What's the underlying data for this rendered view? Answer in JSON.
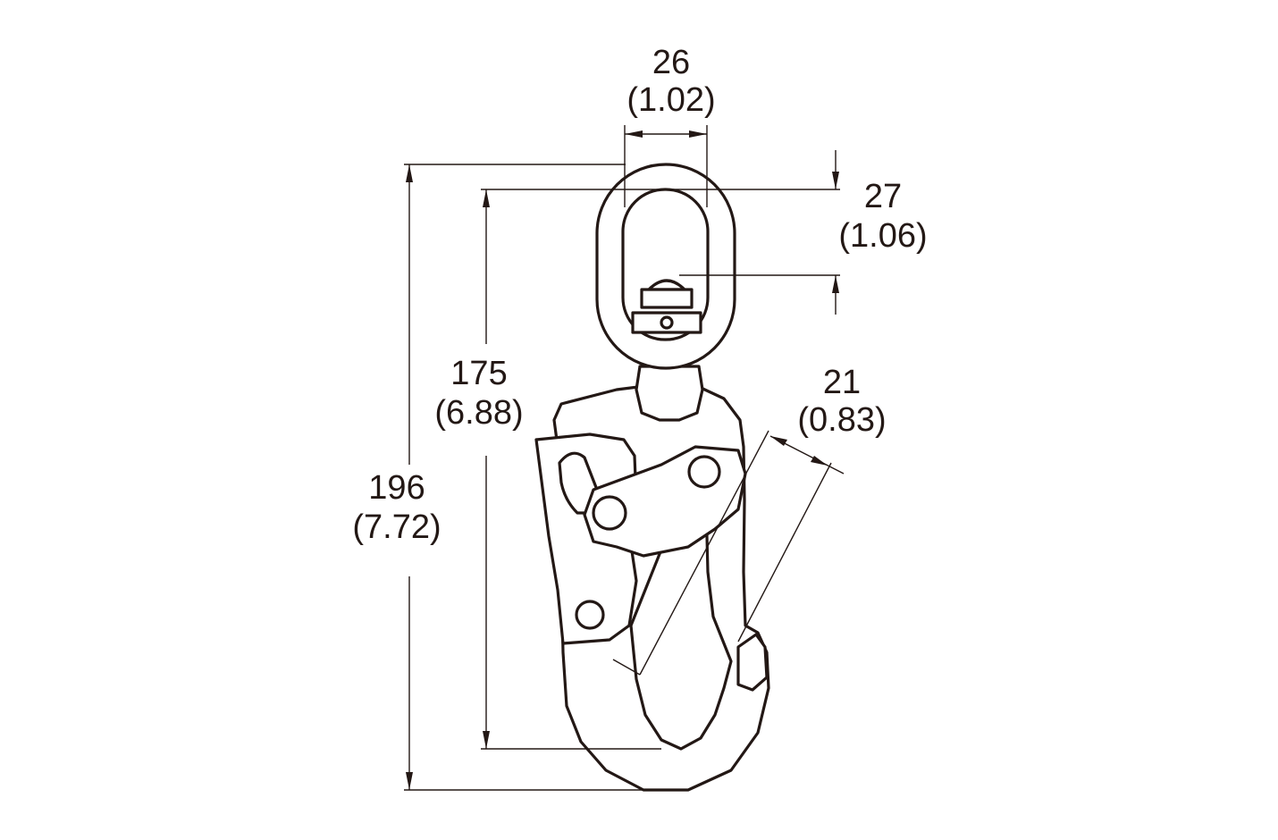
{
  "dimensions": {
    "eye_width": {
      "value": "26",
      "inch": "(1.02)"
    },
    "eye_inner": {
      "value": "27",
      "inch": "(1.06)"
    },
    "inner_length": {
      "value": "175",
      "inch": "(6.88)"
    },
    "overall_length": {
      "value": "196",
      "inch": "(7.72)"
    },
    "gate_opening": {
      "value": "21",
      "inch": "(0.83)"
    }
  },
  "colors": {
    "line": "#231815",
    "background": "#ffffff"
  }
}
